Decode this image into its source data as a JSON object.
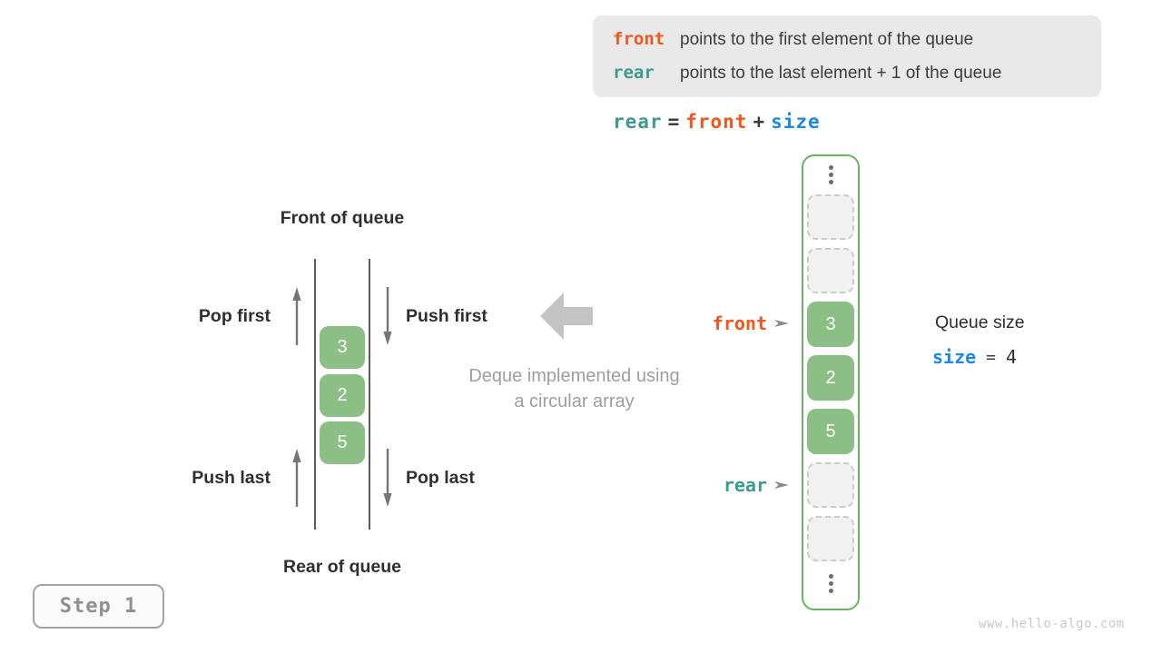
{
  "colors": {
    "orange": "#f2561c",
    "teal": "#3d9a8e",
    "blue": "#1e88e5",
    "dark": "#3c3c3c",
    "gray-caption": "#9e9e9e",
    "green-fill": "#8cbf86",
    "green-border": "#67b463",
    "arrow-gray": "#757575",
    "big-arrow-gray": "#c4c4c4",
    "box-bg": "#e9e9e9",
    "empty-fill": "#f1f1f1",
    "empty-border": "#cccccc",
    "step-text": "#909090",
    "watermark": "#c9c9c9"
  },
  "info_box": {
    "line1": {
      "keyword": "front",
      "text": "points to the first element of the queue"
    },
    "line2": {
      "keyword": "rear",
      "text": "points to the last element + 1 of the queue"
    }
  },
  "formula": {
    "lhs": "rear",
    "equals": "=",
    "operand1": "front",
    "plus": "+",
    "operand2": "size"
  },
  "left_diagram": {
    "front_title": "Front of queue",
    "rear_title": "Rear of queue",
    "pop_first_label": "Pop first",
    "push_first_label": "Push first",
    "push_last_label": "Push last",
    "pop_last_label": "Pop last",
    "cells": [
      "3",
      "2",
      "5"
    ]
  },
  "middle": {
    "caption_line1": "Deque implemented using",
    "caption_line2": "a circular array"
  },
  "array": {
    "front_pointer_label": "front",
    "rear_pointer_label": "rear",
    "cells": [
      {
        "type": "dots"
      },
      {
        "type": "empty"
      },
      {
        "type": "empty"
      },
      {
        "type": "filled",
        "value": "3"
      },
      {
        "type": "filled",
        "value": "2"
      },
      {
        "type": "filled",
        "value": "5"
      },
      {
        "type": "empty"
      },
      {
        "type": "empty"
      },
      {
        "type": "dots"
      }
    ]
  },
  "queue_size": {
    "label": "Queue size",
    "variable": "size",
    "equals": "=",
    "value": "4"
  },
  "step_indicator": {
    "label": "Step 1"
  },
  "watermark": {
    "text": "www.hello-algo.com"
  }
}
